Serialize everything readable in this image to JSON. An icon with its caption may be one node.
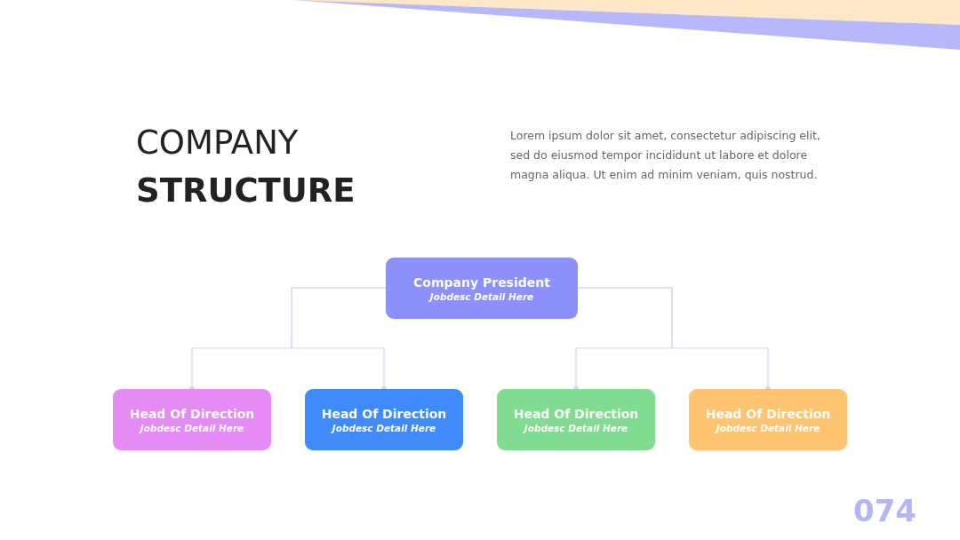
{
  "diagram": {
    "title": "COMPANY **STRUCTURE**",
    "nodes": [
      {
        "text": [
          "Company President",
          "Jobdesc Detail Here"
        ]
      },
      {
        "text": [
          "Head Of Direction",
          "Jobdesc Detail Here"
        ]
      },
      {
        "text": [
          "Head Of Direction",
          "Jobdesc Detail Here"
        ]
      },
      {
        "text": [
          "Head Of Direction",
          "Jobdesc Detail Here"
        ]
      },
      {
        "text": [
          "Head Of Direction",
          "Jobdesc Detail Here"
        ]
      }
    ],
    "edges": [
      {
        "from": 0,
        "to": 1,
        "arrow": "other"
      },
      {
        "from": 0,
        "to": 2,
        "arrow": "other"
      },
      {
        "from": 0,
        "to": 3,
        "arrow": "other"
      },
      {
        "from": 0,
        "to": 4,
        "arrow": "other"
      }
    ],
    "labels": [
      "Lorem ipsum dolor sit amet, consectetur adipiscing elit, sed do eiusmod tempor incididunt ut labore et dolore magna aliqua. Ut enim ad minim veniam, quis nostrud.",
      "074"
    ]
  }
}
